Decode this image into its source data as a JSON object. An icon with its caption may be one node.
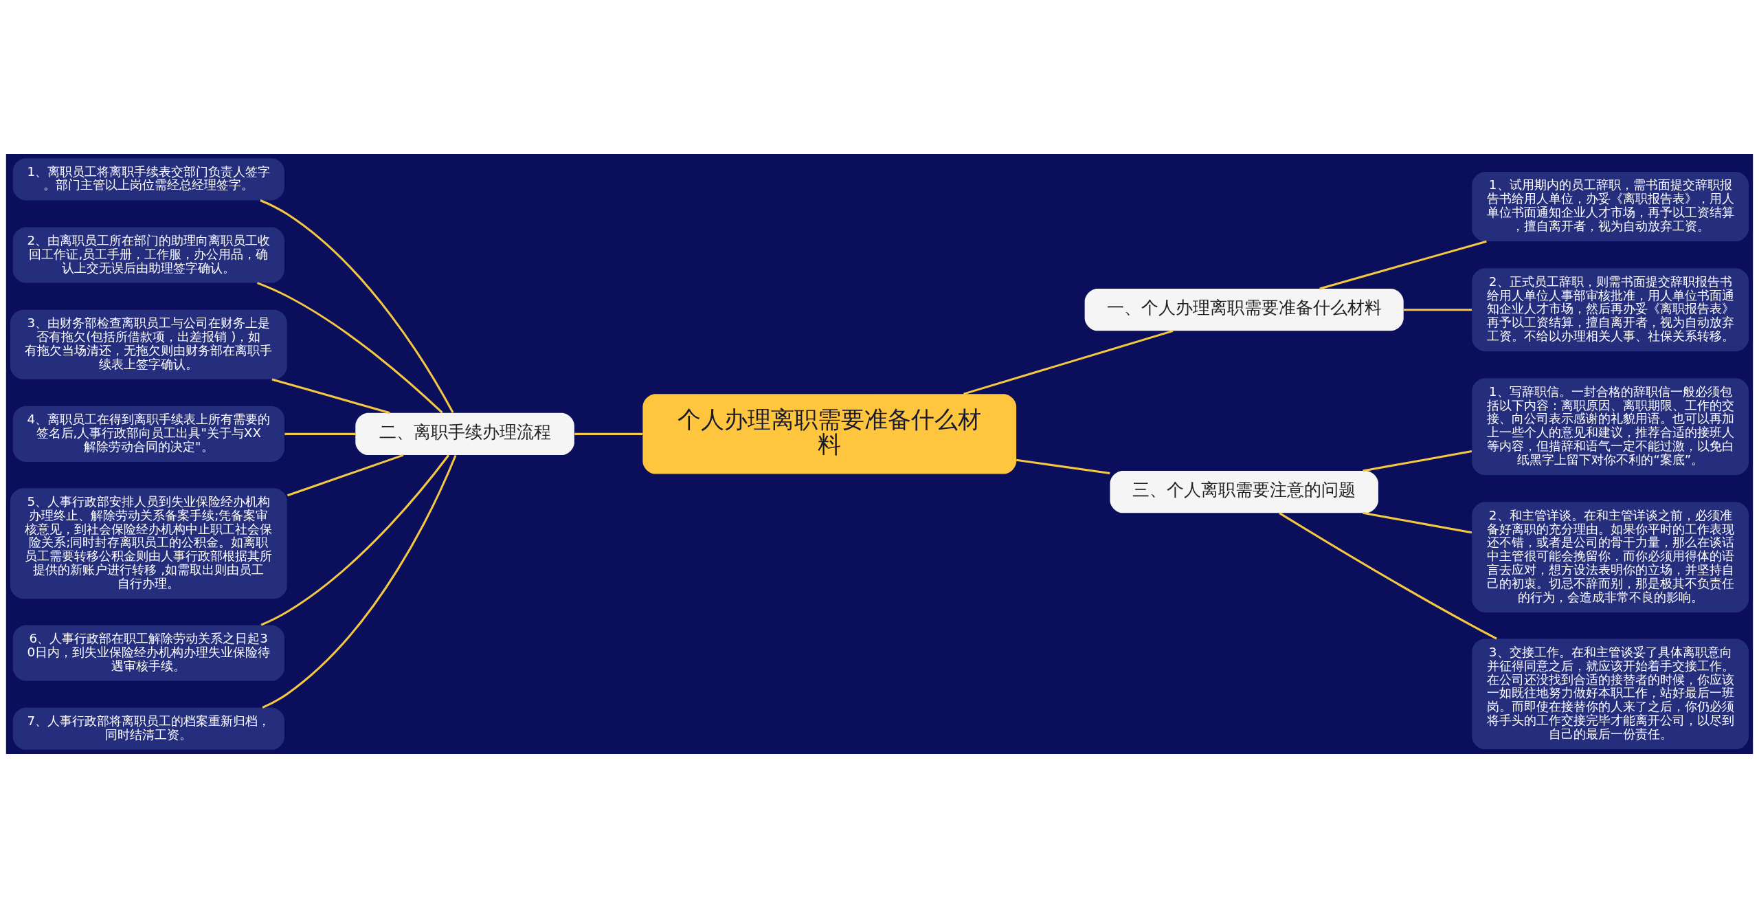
{
  "diagram": {
    "nodes": [
      {
        "text": [
          "个人办理离职需要准备什么材料"
        ]
      },
      {
        "text": [
          "一、个人办理离职需要准备什么材料"
        ]
      },
      {
        "text": [
          "1、试用期内的员工辞职，需书面提交辞职报告书给用人单位，办妥《离职报告表》，用人单位书面通知企业人才市场，再予以工资结算，擅自离开者，视为自动放弃工资。"
        ]
      },
      {
        "text": [
          "2、正式员工辞职，则需书面提交辞职报告书给用人单位人事部审核批准，用人单位书面通知企业人才市场，然后再办妥《离职报告表》再予以工资结算，擅自离开者，视为自动放弃工资。不给以办理相关人事、社保关系转移。"
        ]
      },
      {
        "text": [
          "二、离职手续办理流程"
        ]
      },
      {
        "text": [
          "1、离职员工将离职手续表交部门负责人签字。部门主管以上岗位需经总经理签字。"
        ]
      },
      {
        "text": [
          "2、由离职员工所在部门的助理向离职员工收回工作证,员工手册，工作服，办公用品，确认上交无误后由助理签字确认。"
        ]
      },
      {
        "text": [
          "3、由财务部检查离职员工与公司在财务上是否有拖欠(包括所借款项，出差报销 )，如有拖欠当场清还，无拖欠则由财务部在离职手续表上签字确认。"
        ]
      },
      {
        "text": [
          "4、离职员工在得到离职手续表上所有需要的签名后,人事行政部向员工出具\"关于与XX解除劳动合同的决定\"。"
        ]
      },
      {
        "text": [
          "5、人事行政部安排人员到失业保险经办机构办理终止、解除劳动关系备案手续;凭备案审核意见，到社会保险经办机构中止职工社会保险关系;同时封存离职员工的公积金。如离职员工需要转移公积金则由人事行政部根据其所提供的新账户进行转移 ,如需取出则由员工自行办理。"
        ]
      },
      {
        "text": [
          "6、人事行政部在职工解除劳动关系之日起30日内，到失业保险经办机构办理失业保险待遇审核手续。"
        ]
      },
      {
        "text": [
          "7、人事行政部将离职员工的档案重新归档，同时结清工资。"
        ]
      },
      {
        "text": [
          "三、个人离职需要注意的问题"
        ]
      },
      {
        "text": [
          "1、写辞职信。一封合格的辞职信一般必须包括以下内容：离职原因、离职期限、工作的交接、向公司表示感谢的礼貌用语。也可以再加上一些个人的意见和建议，推荐合适的接班人等内容，但措辞和语气一定不能过激，以免白纸黑字上留下对你不利的“案底”。"
        ]
      },
      {
        "text": [
          "2、和主管详谈。在和主管详谈之前，必须准备好离职的充分理由。如果你平时的工作表现还不错，或者是公司的骨干力量，那么在谈话中主管很可能会挽留你，而你必须用得体的语言去应对，想方设法表明你的立场，并坚持自己的初衷。切忌不辞而别，那是极其不负责任的行为，会造成非常不良的影响。"
        ]
      },
      {
        "text": [
          "3、交接工作。在和主管谈妥了具体离职意向并征得同意之后，就应该开始着手交接工作。在公司还没找到合适的接替者的时候，你应该一如既往地努力做好本职工作，站好最后一班岗。而即使在接替你的人来了之后，你仍必须将手头的工作交接完毕才能离开公司，以尽到自己的最后一份责任。"
        ]
      }
    ],
    "edges": [
      {
        "from": 0,
        "to": 1,
        "arrow": "none"
      },
      {
        "from": 1,
        "to": 2,
        "arrow": "none"
      },
      {
        "from": 1,
        "to": 3,
        "arrow": "none"
      },
      {
        "from": 0,
        "to": 4,
        "arrow": "none"
      },
      {
        "from": 4,
        "to": 5,
        "arrow": "none"
      },
      {
        "from": 4,
        "to": 6,
        "arrow": "none"
      },
      {
        "from": 4,
        "to": 7,
        "arrow": "none"
      },
      {
        "from": 4,
        "to": 8,
        "arrow": "none"
      },
      {
        "from": 4,
        "to": 9,
        "arrow": "none"
      },
      {
        "from": 4,
        "to": 10,
        "arrow": "none"
      },
      {
        "from": 4,
        "to": 11,
        "arrow": "none"
      },
      {
        "from": 0,
        "to": 12,
        "arrow": "none"
      },
      {
        "from": 12,
        "to": 13,
        "arrow": "none"
      },
      {
        "from": 12,
        "to": 14,
        "arrow": "none"
      },
      {
        "from": 12,
        "to": 15,
        "arrow": "none"
      }
    ]
  }
}
